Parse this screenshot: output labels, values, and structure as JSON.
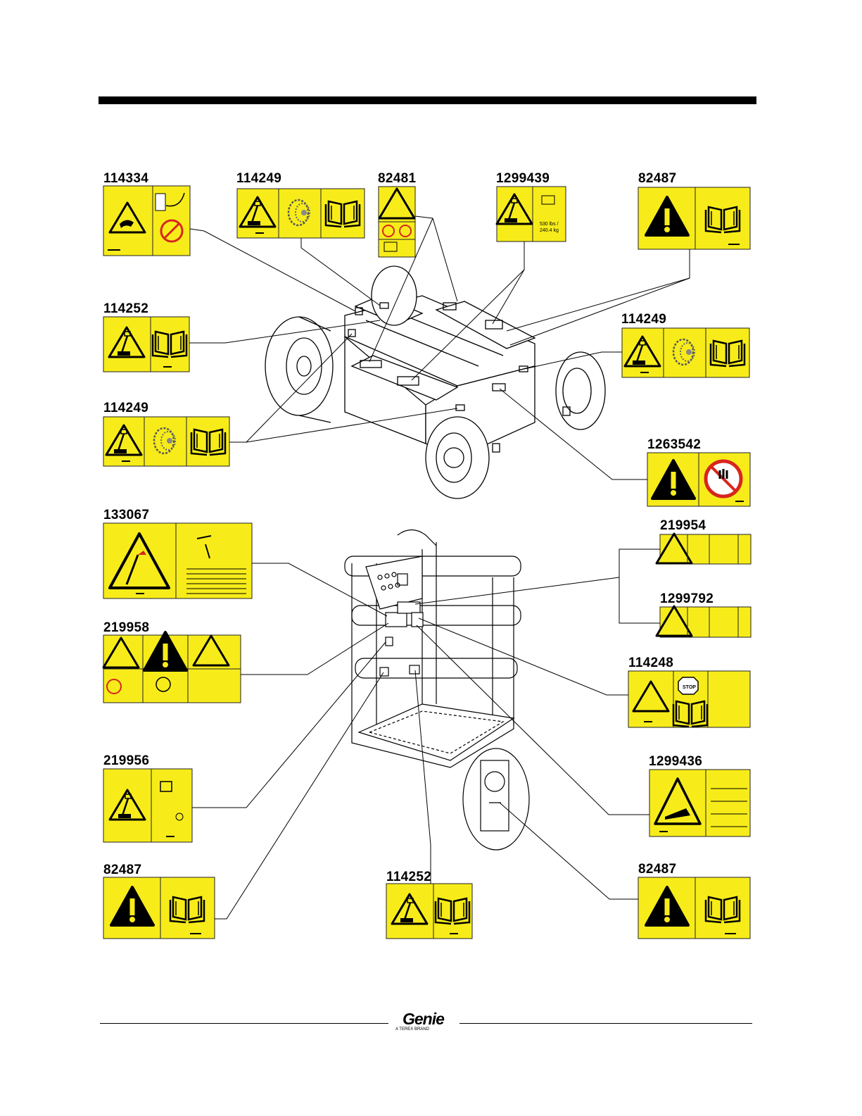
{
  "labels": {
    "l1": "114334",
    "l2": "114249",
    "l3": "82481",
    "l4": "1299439",
    "l5": "82487",
    "l6": "114252",
    "l7": "114249",
    "l8": "114249",
    "l9": "1263542",
    "l10": "133067",
    "l11": "219954",
    "l12": "1299792",
    "l13": "219958",
    "l14": "114248",
    "l15": "219956",
    "l16": "1299436",
    "l17": "82487",
    "l18": "114252",
    "l19": "82487"
  },
  "decal_text": {
    "weight": "530 lbs /\n240.4 kg",
    "stop": "STOP"
  },
  "footer": {
    "brand": "Genie",
    "brand_sub": "A TEREX BRAND"
  },
  "icons": [
    "warning-triangle-icon",
    "manual-book-icon",
    "tire-icon",
    "no-hand-icon",
    "electrocution-icon"
  ],
  "colors": {
    "decal_yellow": "#f7ec1a",
    "ink": "#000000",
    "stop_red": "#d7261e"
  }
}
